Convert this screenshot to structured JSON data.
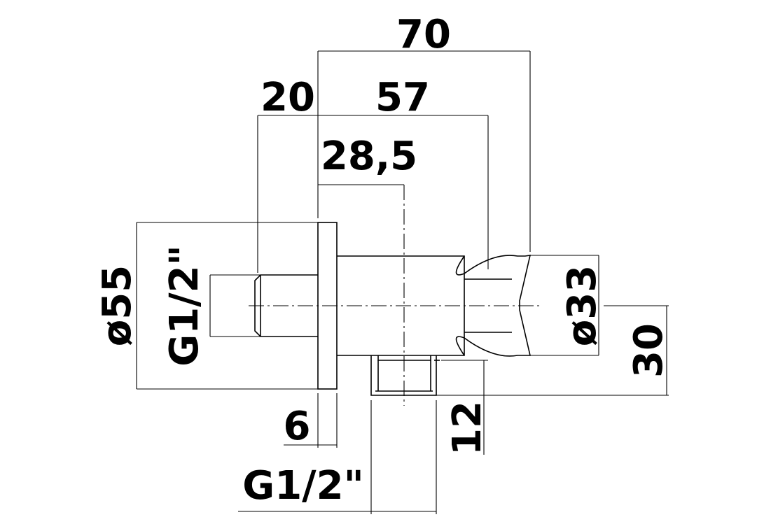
{
  "dimensions": {
    "overall_length": "70",
    "cylinder_length": "57",
    "thread_length": "20",
    "outlet_offset": "28,5",
    "flange_thickness": "6",
    "flange_diameter": "ø55",
    "holder_diameter": "ø33",
    "outlet_height": "30",
    "outlet_thread_length": "12",
    "inlet_thread": "G1/2\"",
    "outlet_thread": "G1/2\""
  },
  "colors": {
    "line": "#000000",
    "background": "#ffffff"
  }
}
